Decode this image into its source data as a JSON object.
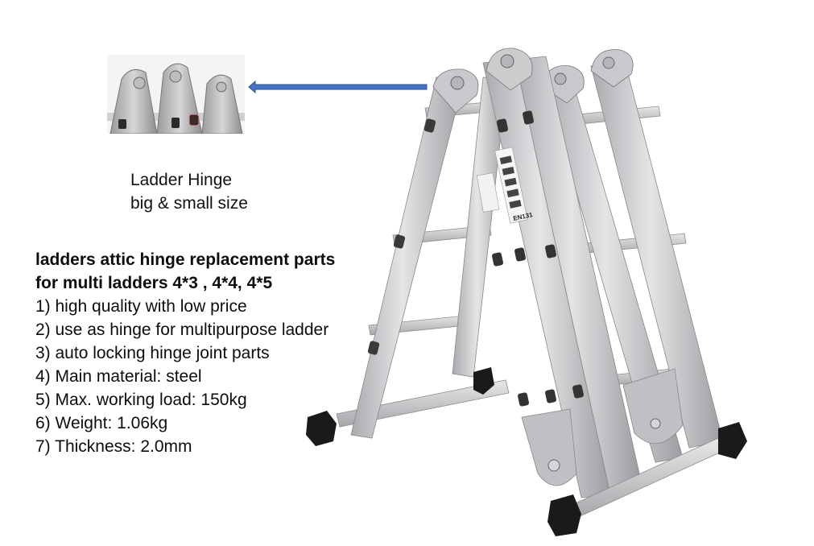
{
  "thumbnail": {
    "label": "ladder-hinge-closeup"
  },
  "caption": {
    "line1": "Ladder Hinge",
    "line2": "big & small size"
  },
  "specs": {
    "title_line1": "ladders attic hinge replacement parts",
    "title_line2": "for multi ladders 4*3 , 4*4, 4*5",
    "items": [
      "1) high quality with low price",
      "2) use as hinge for multipurpose ladder",
      "3) auto locking hinge joint parts",
      "4) Main material: steel",
      "5) Max. working load: 150kg",
      "6) Weight: 1.06kg",
      "7) Thickness: 2.0mm"
    ]
  },
  "ladder": {
    "sticker_text": "EN131"
  },
  "colors": {
    "arrow": "#4472c4",
    "arrow_border": "#2f528f",
    "aluminum": "#c9cacc",
    "foot": "#1a1a1a"
  }
}
